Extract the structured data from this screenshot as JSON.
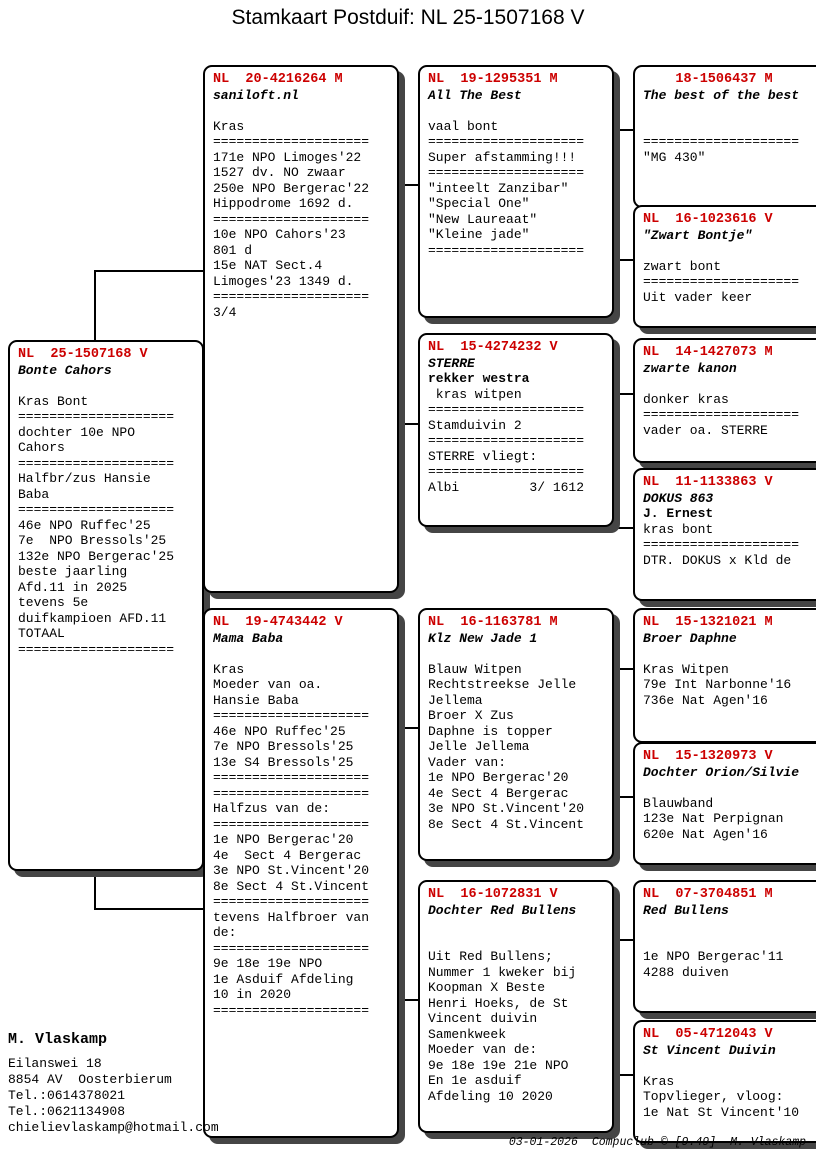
{
  "title": "Stamkaart Postduif: NL  25-1507168 V",
  "colors": {
    "ring_red": "#cc0000",
    "border": "#000000",
    "shadow": "#454545"
  },
  "boxes": {
    "subject": {
      "ring": "NL  25-1507168 V",
      "name": "Bonte Cahors",
      "lines": [
        "",
        "Kras Bont",
        "====================",
        "dochter 10e NPO",
        "Cahors",
        "====================",
        "Halfbr/zus Hansie",
        "Baba",
        "====================",
        "46e NPO Ruffec'25",
        "7e  NPO Bressols'25",
        "132e NPO Bergerac'25",
        "beste jaarling",
        "Afd.11 in 2025",
        "tevens 5e",
        "duifkampioen AFD.11",
        "TOTAAL",
        "===================="
      ]
    },
    "father": {
      "ring": "NL  20-4216264 M",
      "name": "saniloft.nl",
      "lines": [
        "",
        "Kras",
        "====================",
        "171e NPO Limoges'22",
        "1527 dv. NO zwaar",
        "250e NPO Bergerac'22",
        "Hippodrome 1692 d.",
        "====================",
        "10e NPO Cahors'23",
        "801 d",
        "15e NAT Sect.4",
        "Limoges'23 1349 d.",
        "====================",
        "3/4"
      ]
    },
    "mother": {
      "ring": "NL  19-4743442 V",
      "name": "Mama Baba",
      "lines": [
        "",
        "Kras",
        "Moeder van oa.",
        "Hansie Baba",
        "====================",
        "46e NPO Ruffec'25",
        "7e NPO Bressols'25",
        "13e S4 Bressols'25",
        "====================",
        "====================",
        "Halfzus van de:",
        "====================",
        "1e NPO Bergerac'20",
        "4e  Sect 4 Bergerac",
        "3e NPO St.Vincent'20",
        "8e Sect 4 St.Vincent",
        "====================",
        "tevens Halfbroer van",
        "de:",
        "====================",
        "9e 18e 19e NPO",
        "1e Asduif Afdeling",
        "10 in 2020",
        "===================="
      ]
    },
    "gp1": {
      "ring": "NL  19-1295351 M",
      "name": "All The Best",
      "lines": [
        "",
        "vaal bont",
        "====================",
        "Super afstamming!!!",
        "====================",
        "\"inteelt Zanzibar\"",
        "\"Special One\"",
        "\"New Laureaat\"",
        "\"Kleine jade\"",
        "===================="
      ]
    },
    "gp2": {
      "ring": "NL  15-4274232 V",
      "name": "STERRE",
      "name2": "rekker westra",
      "lines": [
        " kras witpen",
        "====================",
        "Stamduivin 2",
        "====================",
        "STERRE vliegt:",
        "====================",
        "Albi         3/ 1612"
      ]
    },
    "gp3": {
      "ring": "NL  16-1163781 M",
      "name": "Klz New Jade 1",
      "lines": [
        "",
        "Blauw Witpen",
        "Rechtstreekse Jelle",
        "Jellema",
        "Broer X Zus",
        "Daphne is topper",
        "Jelle Jellema",
        "Vader van:",
        "1e NPO Bergerac'20",
        "4e Sect 4 Bergerac",
        "3e NPO St.Vincent'20",
        "8e Sect 4 St.Vincent"
      ]
    },
    "gp4": {
      "ring": "NL  16-1072831 V",
      "name": "Dochter Red Bullens",
      "lines": [
        "",
        "",
        "Uit Red Bullens;",
        "Nummer 1 kweker bij",
        "Koopman X Beste",
        "Henri Hoeks, de St",
        "Vincent duivin",
        "Samenkweek",
        "Moeder van de:",
        "9e 18e 19e 21e NPO",
        "En 1e asduif",
        "Afdeling 10 2020"
      ]
    },
    "ggp1": {
      "ring": "    18-1506437 M",
      "name": "The best of the best",
      "lines": [
        "",
        "",
        "====================",
        "\"MG 430\""
      ]
    },
    "ggp2": {
      "ring": "NL  16-1023616 V",
      "name": "\"Zwart Bontje\"",
      "lines": [
        "",
        "zwart bont",
        "====================",
        "Uit vader keer"
      ]
    },
    "ggp3": {
      "ring": "NL  14-1427073 M",
      "name": "zwarte kanon",
      "lines": [
        "",
        "donker kras",
        "====================",
        "vader oa. STERRE"
      ]
    },
    "ggp4": {
      "ring": "NL  11-1133863 V",
      "name": "DOKUS 863",
      "name2": "J. Ernest",
      "lines": [
        "kras bont",
        "====================",
        "DTR. DOKUS x Kld de"
      ]
    },
    "ggp5": {
      "ring": "NL  15-1321021 M",
      "name": "Broer Daphne",
      "lines": [
        "",
        "Kras Witpen",
        "79e Int Narbonne'16",
        "736e Nat Agen'16"
      ]
    },
    "ggp6": {
      "ring": "NL  15-1320973 V",
      "name": "Dochter Orion/Silvie",
      "lines": [
        "",
        "Blauwband",
        "123e Nat Perpignan",
        "620e Nat Agen'16"
      ]
    },
    "ggp7": {
      "ring": "NL  07-3704851 M",
      "name": "Red Bullens",
      "lines": [
        "",
        "",
        "1e NPO Bergerac'11",
        "4288 duiven"
      ]
    },
    "ggp8": {
      "ring": "NL  05-4712043 V",
      "name": "St Vincent Duivin",
      "lines": [
        "",
        "Kras",
        "Topvlieger, vloog:",
        "1e Nat St Vincent'10"
      ]
    }
  },
  "owner": {
    "name": "M. Vlaskamp",
    "lines": [
      "Eilanswei 18",
      "8854 AV  Oosterbierum",
      "Tel.:0614378021",
      "Tel.:0621134908",
      "chielievlaskamp@hotmail.com"
    ]
  },
  "footer": {
    "date": "03-01-2026",
    "software": "Compuclub © [9.49]",
    "author": "M. Vlaskamp"
  }
}
